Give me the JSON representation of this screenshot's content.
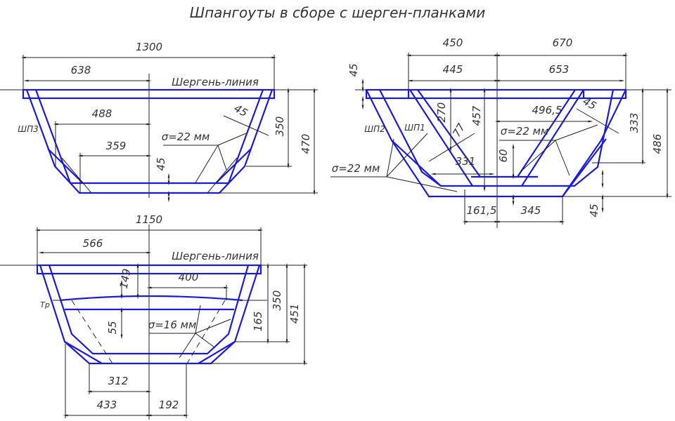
{
  "title": "Шпангоуты в сборе с шерген-планками",
  "frame3": {
    "label": "ШП3",
    "line_label": "Шергень-линия",
    "thickness": "σ=22 мм",
    "dims": {
      "width_total": "1300",
      "half_top": "638",
      "half_mid": "488",
      "half_bottom": "359",
      "plank": "45",
      "height_mid": "350",
      "height_total": "470",
      "diag": "45"
    }
  },
  "frames12": {
    "label1": "ШП1",
    "label2": "ШП2",
    "thickness_right": "σ=22 мм",
    "thickness_left": "σ=22 мм",
    "dims": {
      "left_top": "450",
      "right_top": "670",
      "left_inner": "445",
      "right_inner": "653",
      "top_plank": "45",
      "h270": "270",
      "h457": "457",
      "d77": "77",
      "w4965": "496,5",
      "diag45": "45",
      "h333": "333",
      "h486": "486",
      "w331": "331",
      "h60": "60",
      "w1615": "161,5",
      "w345": "345",
      "bottom_plank": "45"
    }
  },
  "transom": {
    "label": "Тр",
    "line_label": "Шергень-линия",
    "thickness": "σ=16 мм",
    "dims": {
      "width_total": "1150",
      "half_top": "566",
      "w400": "400",
      "h149": "149",
      "h55": "55",
      "h165": "165",
      "h350": "350",
      "h451": "451",
      "w312": "312",
      "w433": "433",
      "w192": "192"
    }
  }
}
